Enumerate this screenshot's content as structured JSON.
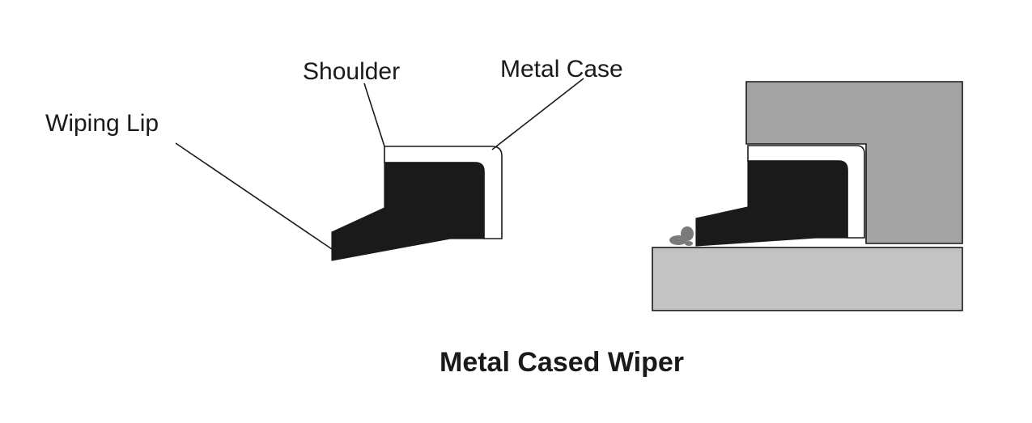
{
  "labels": {
    "shoulder": "Shoulder",
    "metal_case": "Metal Case",
    "wiping_lip": "Wiping Lip"
  },
  "caption": "Metal Cased Wiper",
  "colors": {
    "rubber": "#1a1a1a",
    "metal_case": "#ffffff",
    "housing": "#a3a3a3",
    "rod": "#c2c3c2",
    "contaminant": "#7a7a7a",
    "outline": "#1a1a1a"
  }
}
